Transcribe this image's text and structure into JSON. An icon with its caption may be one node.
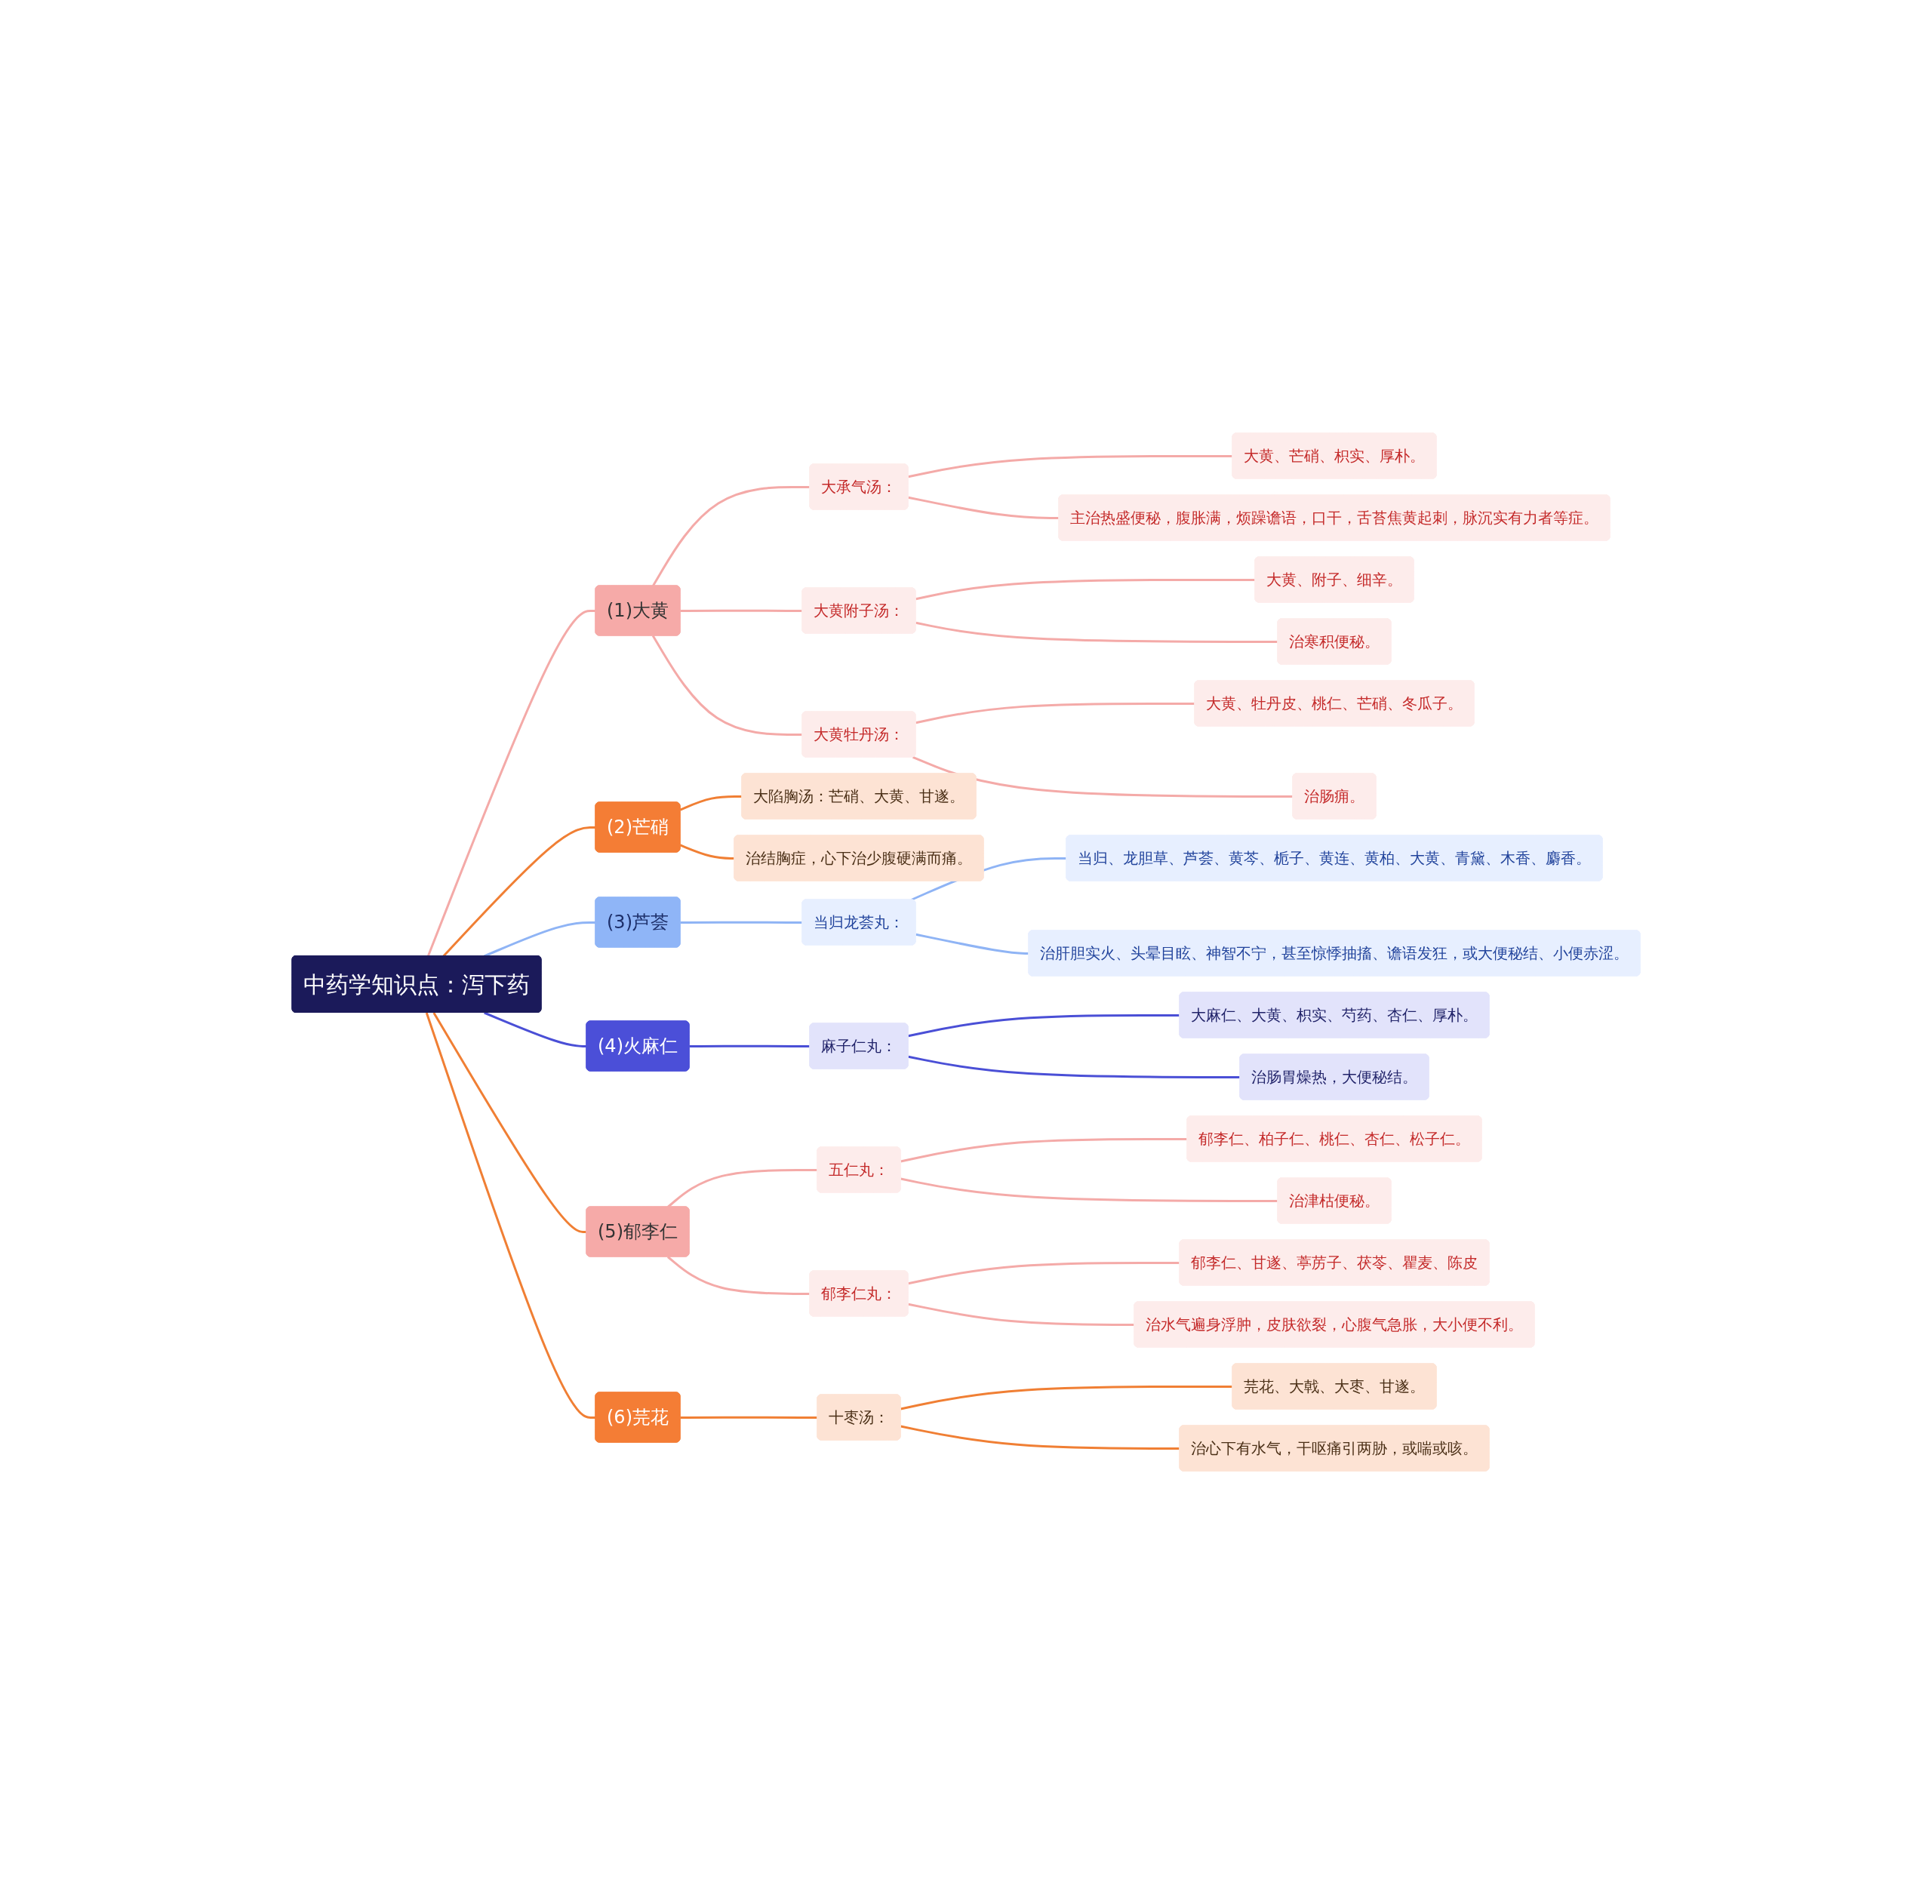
{
  "diagram": {
    "nodes": [
      {
        "text": [
          "中药学知识点：泻下药"
        ]
      },
      {
        "text": [
          "(1)大黄"
        ]
      },
      {
        "text": [
          "大承气汤："
        ]
      },
      {
        "text": [
          "大黄、芒硝、枳实、厚朴。"
        ]
      },
      {
        "text": [
          "主治热盛便秘，腹胀满，烦躁谵语，口干，舌苔焦黄起刺，脉沉实有力者等症。"
        ]
      },
      {
        "text": [
          "大黄附子汤："
        ]
      },
      {
        "text": [
          "大黄、附子、细辛。"
        ]
      },
      {
        "text": [
          "治寒积便秘。"
        ]
      },
      {
        "text": [
          "大黄牡丹汤："
        ]
      },
      {
        "text": [
          "大黄、牡丹皮、桃仁、芒硝、冬瓜子。"
        ]
      },
      {
        "text": [
          "治肠痈。"
        ]
      },
      {
        "text": [
          "(2)芒硝"
        ]
      },
      {
        "text": [
          "大陷胸汤：芒硝、大黄、甘遂。"
        ]
      },
      {
        "text": [
          "治结胸症，心下治少腹硬满而痛。"
        ]
      },
      {
        "text": [
          "(3)芦荟"
        ]
      },
      {
        "text": [
          "当归龙荟丸："
        ]
      },
      {
        "text": [
          "当归、龙胆草、芦荟、黄芩、栀子、黄连、黄柏、大黄、青黛、木香、麝香。"
        ]
      },
      {
        "text": [
          "治肝胆实火、头晕目眩、神智不宁，甚至惊悸抽搐、谵语发狂，或大便秘结、小便赤涩。"
        ]
      },
      {
        "text": [
          "(4)火麻仁"
        ]
      },
      {
        "text": [
          "麻子仁丸："
        ]
      },
      {
        "text": [
          "大麻仁、大黄、枳实、芍药、杏仁、厚朴。"
        ]
      },
      {
        "text": [
          "治肠胃燥热，大便秘结。"
        ]
      },
      {
        "text": [
          "(5)郁李仁"
        ]
      },
      {
        "text": [
          "五仁丸："
        ]
      },
      {
        "text": [
          "郁李仁、柏子仁、桃仁、杏仁、松子仁。"
        ]
      },
      {
        "text": [
          "治津枯便秘。"
        ]
      },
      {
        "text": [
          "郁李仁丸："
        ]
      },
      {
        "text": [
          "郁李仁、甘遂、葶苈子、茯苓、瞿麦、陈皮"
        ]
      },
      {
        "text": [
          "治水气遍身浮肿，皮肤欲裂，心腹气急胀，大小便不利。"
        ]
      },
      {
        "text": [
          "(6)芫花"
        ]
      },
      {
        "text": [
          "十枣汤："
        ]
      },
      {
        "text": [
          "芫花、大戟、大枣、甘遂。"
        ]
      },
      {
        "text": [
          "治心下有水气，干呕痛引两胁，或喘或咳。"
        ]
      }
    ],
    "edges": [
      {
        "from": 0,
        "to": 1,
        "arrow": "none",
        "color": "#f4aaa8"
      },
      {
        "from": 1,
        "to": 2,
        "arrow": "none",
        "color": "#f4aaa8"
      },
      {
        "from": 2,
        "to": 3,
        "arrow": "none",
        "color": "#f4aaa8"
      },
      {
        "from": 2,
        "to": 4,
        "arrow": "none",
        "color": "#f4aaa8"
      },
      {
        "from": 1,
        "to": 5,
        "arrow": "none",
        "color": "#f4aaa8"
      },
      {
        "from": 5,
        "to": 6,
        "arrow": "none",
        "color": "#f4aaa8"
      },
      {
        "from": 5,
        "to": 7,
        "arrow": "none",
        "color": "#f4aaa8"
      },
      {
        "from": 1,
        "to": 8,
        "arrow": "none",
        "color": "#f4aaa8"
      },
      {
        "from": 8,
        "to": 9,
        "arrow": "none",
        "color": "#f4aaa8"
      },
      {
        "from": 8,
        "to": 10,
        "arrow": "none",
        "color": "#f4aaa8"
      },
      {
        "from": 0,
        "to": 11,
        "arrow": "none",
        "color": "#f07f34"
      },
      {
        "from": 11,
        "to": 12,
        "arrow": "none",
        "color": "#f07f34"
      },
      {
        "from": 11,
        "to": 13,
        "arrow": "none",
        "color": "#f07f34"
      },
      {
        "from": 0,
        "to": 14,
        "arrow": "none",
        "color": "#8fb4f5"
      },
      {
        "from": 14,
        "to": 15,
        "arrow": "none",
        "color": "#8fb4f5"
      },
      {
        "from": 15,
        "to": 16,
        "arrow": "none",
        "color": "#8fb4f5"
      },
      {
        "from": 15,
        "to": 17,
        "arrow": "none",
        "color": "#8fb4f5"
      },
      {
        "from": 0,
        "to": 18,
        "arrow": "none",
        "color": "#4a4fd6"
      },
      {
        "from": 18,
        "to": 19,
        "arrow": "none",
        "color": "#4a4fd6"
      },
      {
        "from": 19,
        "to": 20,
        "arrow": "none",
        "color": "#4a4fd6"
      },
      {
        "from": 19,
        "to": 21,
        "arrow": "none",
        "color": "#4a4fd6"
      },
      {
        "from": 0,
        "to": 22,
        "arrow": "none",
        "color": "#f07f34"
      },
      {
        "from": 22,
        "to": 23,
        "arrow": "none",
        "color": "#f4aaa8"
      },
      {
        "from": 23,
        "to": 24,
        "arrow": "none",
        "color": "#f4aaa8"
      },
      {
        "from": 23,
        "to": 25,
        "arrow": "none",
        "color": "#f4aaa8"
      },
      {
        "from": 22,
        "to": 26,
        "arrow": "none",
        "color": "#f4aaa8"
      },
      {
        "from": 26,
        "to": 27,
        "arrow": "none",
        "color": "#f4aaa8"
      },
      {
        "from": 26,
        "to": 28,
        "arrow": "none",
        "color": "#f4aaa8"
      },
      {
        "from": 0,
        "to": 29,
        "arrow": "none",
        "color": "#f07f34"
      },
      {
        "from": 29,
        "to": 30,
        "arrow": "none",
        "color": "#f07f34"
      },
      {
        "from": 30,
        "to": 31,
        "arrow": "none",
        "color": "#f07f34"
      },
      {
        "from": 30,
        "to": 32,
        "arrow": "none",
        "color": "#f07f34"
      }
    ]
  }
}
